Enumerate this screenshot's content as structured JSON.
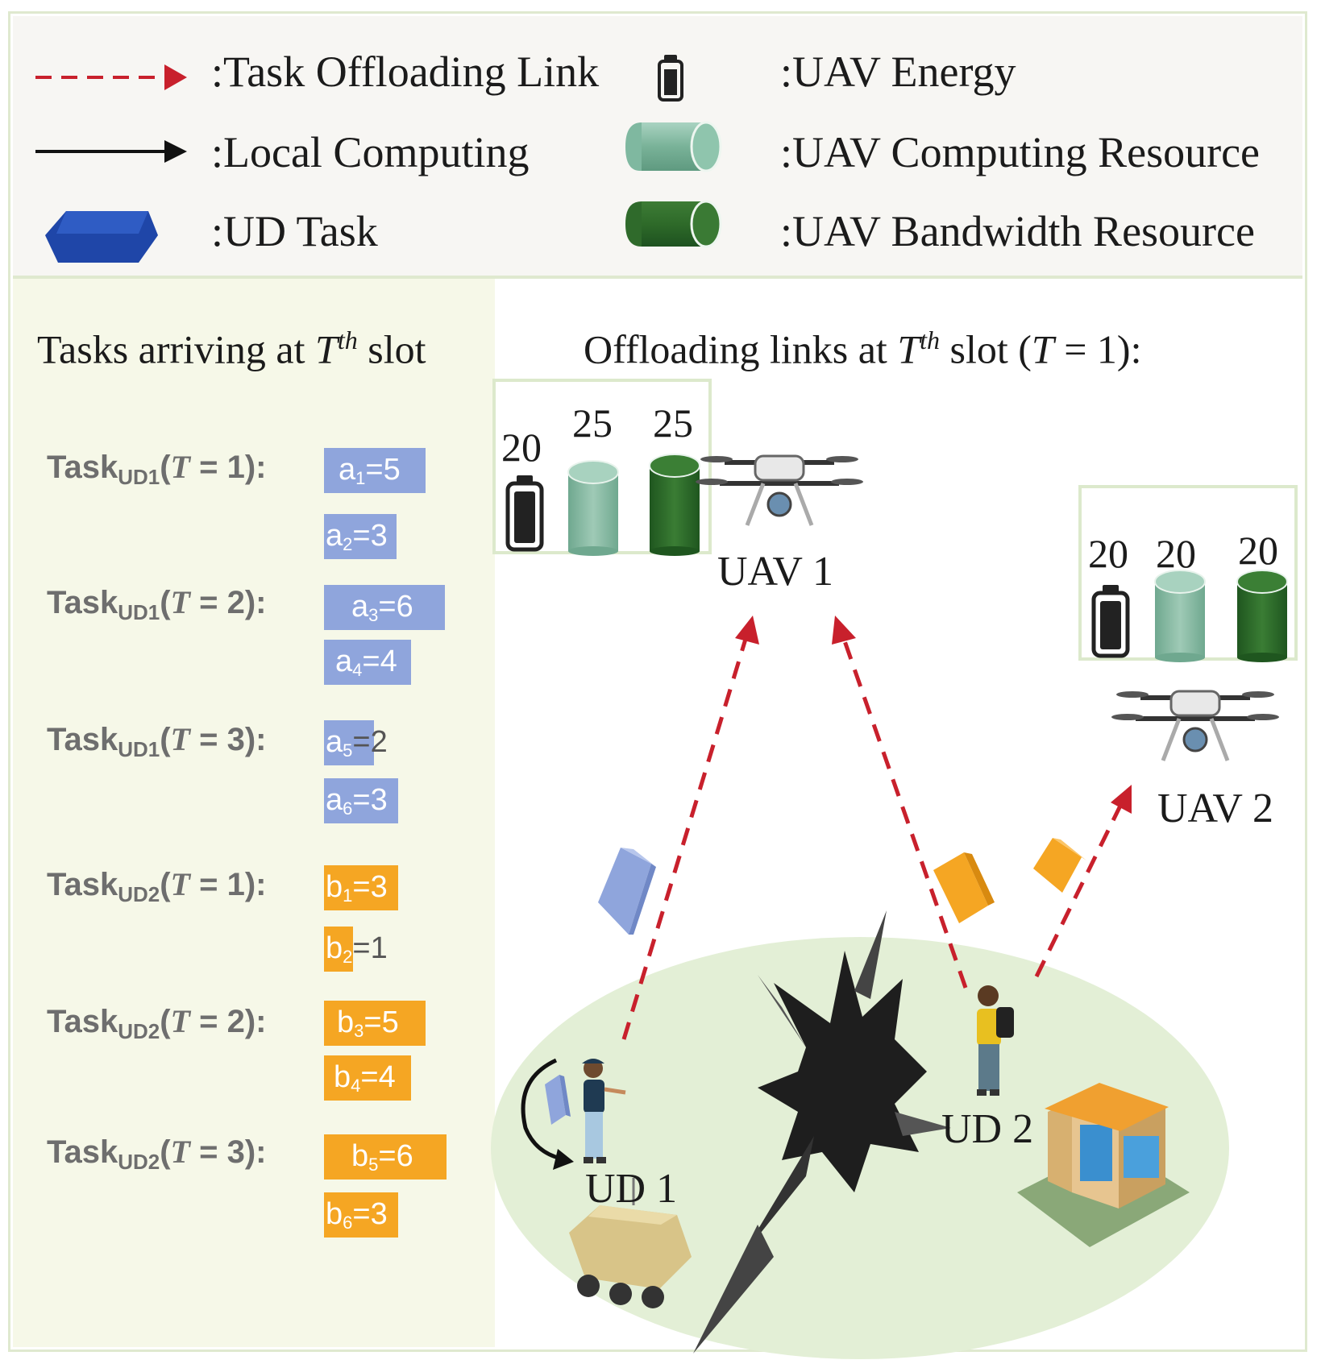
{
  "legend": {
    "offloading_link": ":Task Offloading Link",
    "local_computing": ":Local Computing",
    "ud_task": ":UD Task",
    "uav_energy": ":UAV Energy",
    "uav_computing": ":UAV Computing Resource",
    "uav_bandwidth": ":UAV Bandwidth Resource"
  },
  "left": {
    "heading": "Tasks arriving at ",
    "heading_T": "T",
    "heading_th": "th",
    "heading_tail": " slot",
    "tasks": [
      {
        "ud": "UD1",
        "t": "1",
        "items": [
          {
            "name": "a",
            "idx": "1",
            "val": "=5"
          },
          {
            "name": "a",
            "idx": "2",
            "val": "=3"
          }
        ]
      },
      {
        "ud": "UD1",
        "t": "2",
        "items": [
          {
            "name": "a",
            "idx": "3",
            "val": "=6"
          },
          {
            "name": "a",
            "idx": "4",
            "val": "=4"
          }
        ]
      },
      {
        "ud": "UD1",
        "t": "3",
        "items": [
          {
            "name": "a",
            "idx": "5",
            "val": "=2"
          },
          {
            "name": "a",
            "idx": "6",
            "val": "=3"
          }
        ]
      },
      {
        "ud": "UD2",
        "t": "1",
        "items": [
          {
            "name": "b",
            "idx": "1",
            "val": "=3"
          },
          {
            "name": "b",
            "idx": "2",
            "val": "=1"
          }
        ]
      },
      {
        "ud": "UD2",
        "t": "2",
        "items": [
          {
            "name": "b",
            "idx": "3",
            "val": "=5"
          },
          {
            "name": "b",
            "idx": "4",
            "val": "=4"
          }
        ]
      },
      {
        "ud": "UD2",
        "t": "3",
        "items": [
          {
            "name": "b",
            "idx": "5",
            "val": "=6"
          },
          {
            "name": "b",
            "idx": "6",
            "val": "=3"
          }
        ]
      }
    ]
  },
  "right": {
    "heading": "Offloading  links at ",
    "heading_T": "T",
    "heading_th": "th",
    "heading_tail": " slot (",
    "heading_T2": "T",
    "heading_end": " = 1):",
    "uav1": {
      "label": "UAV 1",
      "energy": "20",
      "computing": "25",
      "bandwidth": "25"
    },
    "uav2": {
      "label": "UAV 2",
      "energy": "20",
      "computing": "20",
      "bandwidth": "20"
    },
    "ud1": "UD 1",
    "ud2": "UD 2"
  },
  "colors": {
    "link_red": "#c8202c",
    "ud1_task": "#8fa5dc",
    "ud2_task": "#f5a623",
    "computing": "#7fb8a0",
    "bandwidth": "#2f6a2b",
    "ground": "#e3efd6"
  }
}
